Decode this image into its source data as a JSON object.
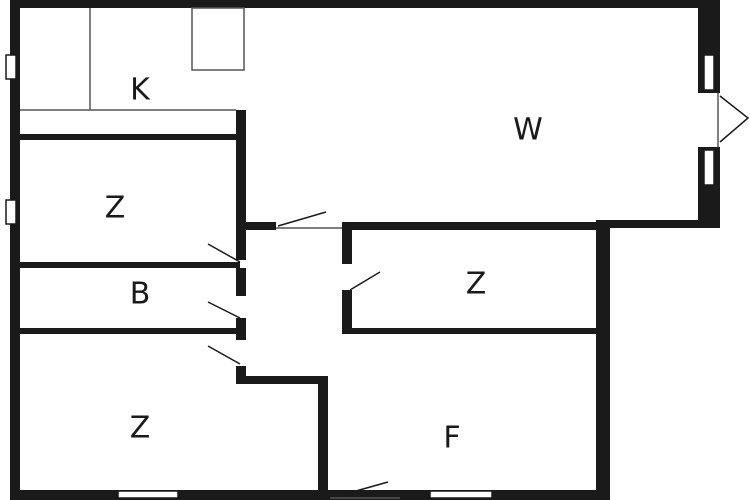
{
  "floor_plan": {
    "rooms": [
      {
        "id": "kitchen",
        "label": "K"
      },
      {
        "id": "living",
        "label": "W"
      },
      {
        "id": "room-1",
        "label": "Z"
      },
      {
        "id": "bath",
        "label": "B"
      },
      {
        "id": "room-2",
        "label": "Z"
      },
      {
        "id": "room-3",
        "label": "Z"
      },
      {
        "id": "hall",
        "label": "F"
      }
    ],
    "colors": {
      "wall": "#1a1a1a",
      "interior": "#ffffff",
      "thin_line": "#555555"
    }
  }
}
